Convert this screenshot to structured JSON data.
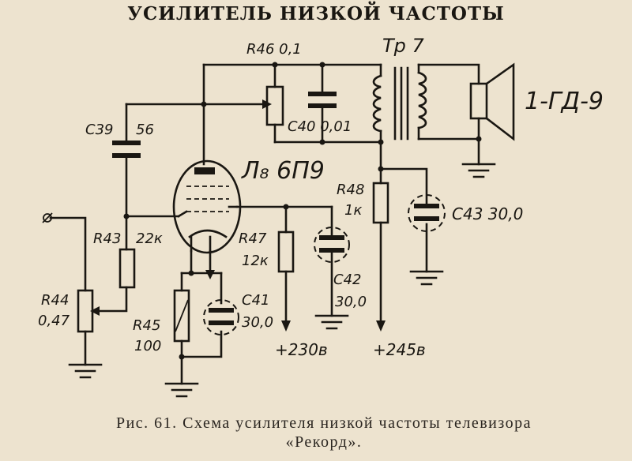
{
  "title": "УСИЛИТЕЛЬ НИЗКОЙ ЧАСТОТЫ",
  "caption": {
    "line1": "Рис. 61. Схема усилителя низкой частоты телевизора",
    "line2": "«Рекорд»."
  },
  "components": {
    "tube": "Л₈ 6П9",
    "transformer": "Тр 7",
    "speaker": "1-ГД-9",
    "r46": "R46 0,1",
    "c40": "C40 0,01",
    "c39": "C39",
    "c39_value": "56",
    "r43": "R43",
    "r43_value": "22к",
    "r44": "R44",
    "r44_value": "0,47",
    "r45": "R45",
    "r45_value": "100",
    "c41": "C41",
    "c41_value": "30,0",
    "r47": "R47",
    "r47_value": "12к",
    "c42": "C42",
    "c42_value": "30,0",
    "r48": "R48",
    "r48_value": "1к",
    "c43": "C43 30,0"
  },
  "supply": {
    "v230": "+230в",
    "v245": "+245в"
  },
  "colors": {
    "paper": "#ede3cf",
    "ink": "#1a1712"
  }
}
